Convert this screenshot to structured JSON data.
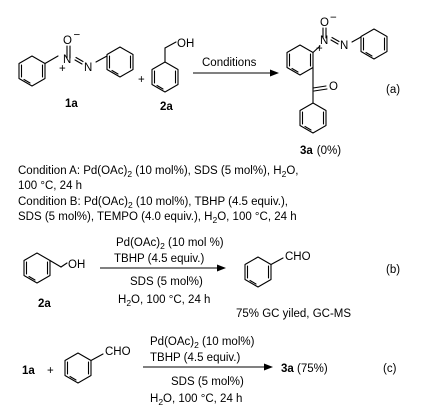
{
  "scheme_a": {
    "tag": "(a)",
    "compound_1a_id": "1a",
    "compound_2a_id": "2a",
    "compound_3a_id": "3a",
    "product_yield": "(0%)",
    "plus": "+",
    "arrow_label": "Conditions",
    "oh_label": "OH",
    "o_label": "O",
    "n_label": "N",
    "charge_plus": "+",
    "charge_minus": "−",
    "condition_a_prefix": "Condition A: Pd(OAc)",
    "condition_a_sub": "2",
    "condition_a_rest": " (10 mol%), SDS (5 mol%), H",
    "condition_a_sub2": "2",
    "condition_a_tail": "O,",
    "condition_a_line2": "100 °C, 24 h",
    "condition_b_prefix": "Condition B: Pd(OAc)",
    "condition_b_sub": "2",
    "condition_b_rest": " (10 mol%), TBHP (4.5 equiv.),",
    "condition_b_line2_pre": "SDS (5 mol%), TEMPO (4.0 equiv.), H",
    "condition_b_line2_sub": "2",
    "condition_b_line2_tail": "O, 100 °C, 24 h"
  },
  "scheme_b": {
    "tag": "(b)",
    "reactant_id": "2a",
    "oh_label": "OH",
    "cho_label": "CHO",
    "above_line1_pre": "Pd(OAc)",
    "above_line1_sub": "2",
    "above_line1_tail": " (10 mol %)",
    "above_line2": "TBHP (4.5 equiv.)",
    "below_line1": "SDS (5 mol%)",
    "below_line2_pre": "H",
    "below_line2_sub": "2",
    "below_line2_tail": "O, 100 °C, 24 h",
    "result": "75% GC yiled, GC-MS"
  },
  "scheme_c": {
    "tag": "(c)",
    "reactant_id": "1a",
    "plus": "+",
    "cho_label": "CHO",
    "above_line1_pre": "Pd(OAc)",
    "above_line1_sub": "2",
    "above_line1_tail": " (10 mol%)",
    "above_line2": "TBHP (4.5 equiv.)",
    "below_line1": "SDS (5 mol%)",
    "below_line2_pre": "H",
    "below_line2_sub": "2",
    "below_line2_tail": "O, 100 °C, 24 h",
    "product_id": "3a",
    "product_yield": " (75%)"
  }
}
